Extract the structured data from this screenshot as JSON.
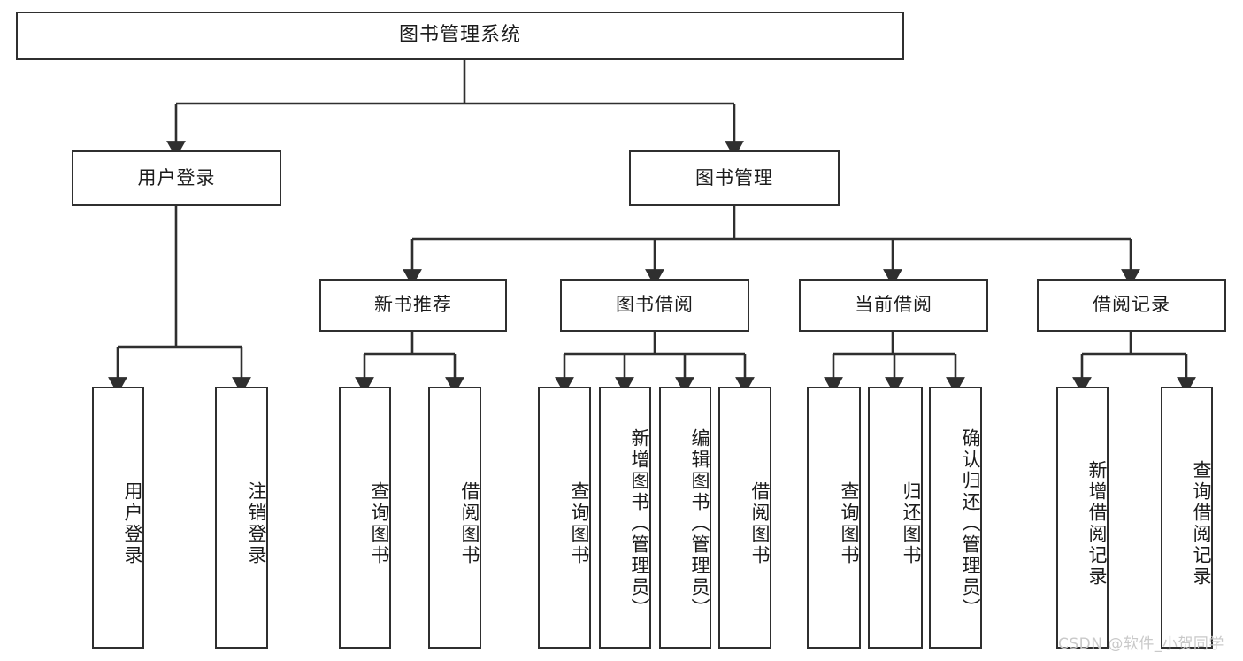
{
  "diagram": {
    "title": "图书管理系统",
    "type": "tree-hierarchy-diagram",
    "background_color": "#ffffff",
    "box_border_color": "#2f2f2f",
    "edge_color": "#2f2f2f",
    "text_color": "#1b1b1b"
  },
  "nodes": {
    "root": {
      "label": "图书管理系统"
    },
    "level1": [
      {
        "label": "用户登录"
      },
      {
        "label": "图书管理"
      }
    ],
    "level2": [
      {
        "label": "新书推荐"
      },
      {
        "label": "图书借阅"
      },
      {
        "label": "当前借阅"
      },
      {
        "label": "借阅记录"
      }
    ],
    "leaves": {
      "user_login": [
        {
          "label": "用户登录"
        },
        {
          "label": "注销登录"
        }
      ],
      "new_book_recommend": [
        {
          "label": "查询图书"
        },
        {
          "label": "借阅图书"
        }
      ],
      "book_borrow": [
        {
          "label": "查询图书"
        },
        {
          "label": "新增图书（管理员）"
        },
        {
          "label": "编辑图书（管理员）"
        },
        {
          "label": "借阅图书"
        }
      ],
      "current_borrow": [
        {
          "label": "查询图书"
        },
        {
          "label": "归还图书"
        },
        {
          "label": "确认归还（管理员）"
        }
      ],
      "borrow_record": [
        {
          "label": "新增借阅记录"
        },
        {
          "label": "查询借阅记录"
        }
      ]
    }
  },
  "watermark": {
    "text": "CSDN @软件_小贺同学",
    "color": "#c9c9c9"
  }
}
